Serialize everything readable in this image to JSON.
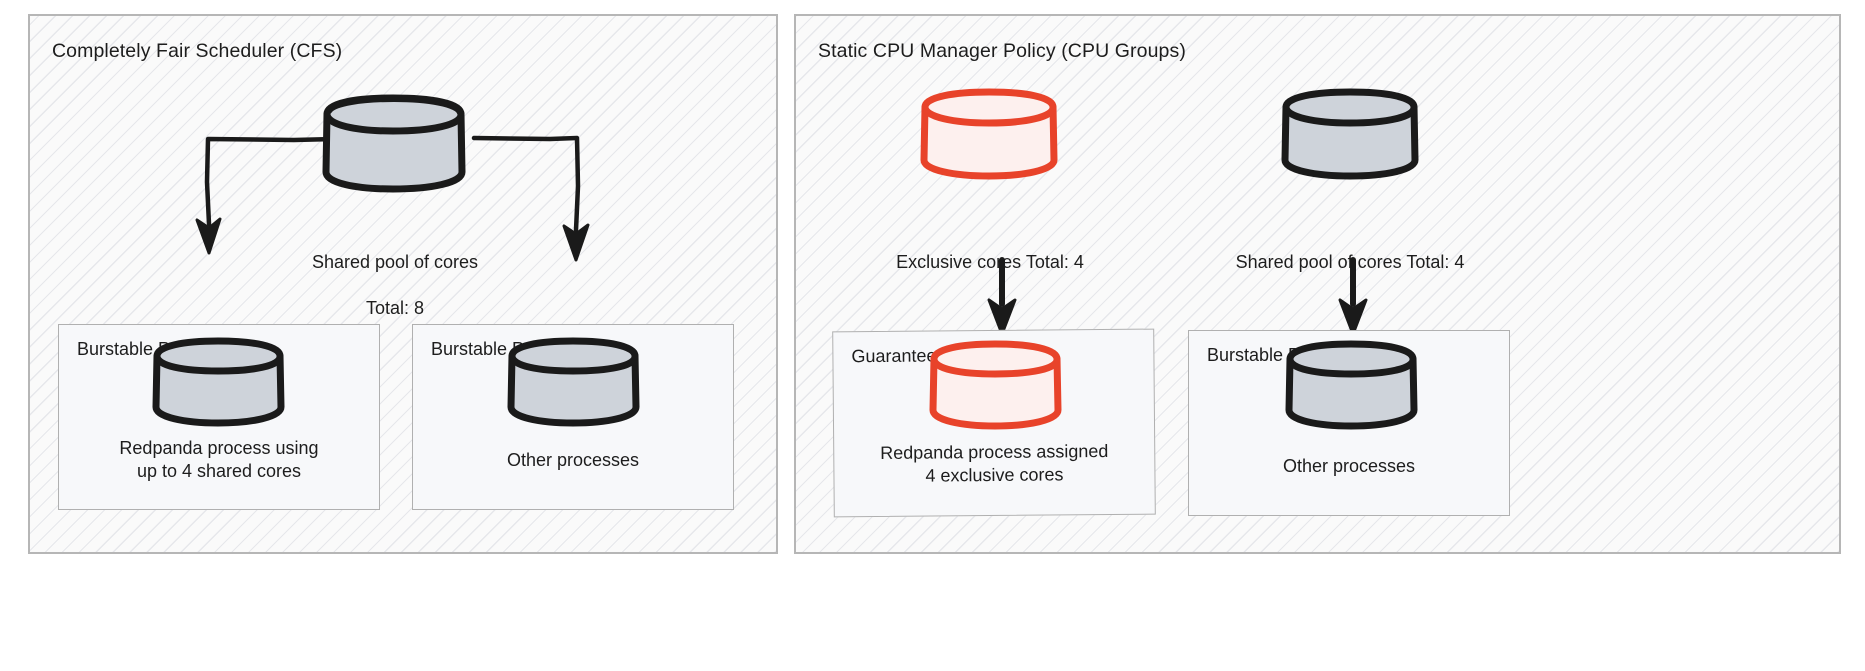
{
  "diagram": {
    "type": "architecture-comparison",
    "stroke_dark": "#1a1a1a",
    "fill_gray": "#ced3da",
    "stroke_red": "#e8432a",
    "fill_red": "#fdf0ee",
    "panel_border": "#b6b6b6",
    "pod_fill": "#f7f8fa"
  },
  "panels": [
    {
      "id": "cfs",
      "title": "Completely Fair Scheduler (CFS)",
      "pool": {
        "name": "shared-pool-cylinder",
        "color": "gray",
        "caption_line1": "Shared pool of cores",
        "caption_line2": "Total: 8",
        "total": 8
      },
      "pods": [
        {
          "title": "Burstable Pod",
          "cylinder_color": "gray",
          "caption_line1": "Redpanda process using",
          "caption_line2": "up to 4 shared cores"
        },
        {
          "title": "Burstable Pod",
          "cylinder_color": "gray",
          "caption_line1": "Other processes",
          "caption_line2": ""
        }
      ]
    },
    {
      "id": "static",
      "title": "Static CPU Manager Policy (CPU Groups)",
      "pools": [
        {
          "name": "exclusive-cores-cylinder",
          "color": "red",
          "caption_line1": "Exclusive cores Total: 4",
          "caption_line2": "",
          "total": 4
        },
        {
          "name": "shared-pool-cylinder",
          "color": "gray",
          "caption_line1": "Shared pool of cores Total: 4",
          "caption_line2": "",
          "total": 4
        }
      ],
      "pods": [
        {
          "title": "Guaranteed Pod",
          "cylinder_color": "red",
          "caption_line1": "Redpanda process assigned",
          "caption_line2": "4 exclusive cores"
        },
        {
          "title": "Burstable Pod",
          "cylinder_color": "gray",
          "caption_line1": "Other processes",
          "caption_line2": ""
        }
      ]
    }
  ]
}
